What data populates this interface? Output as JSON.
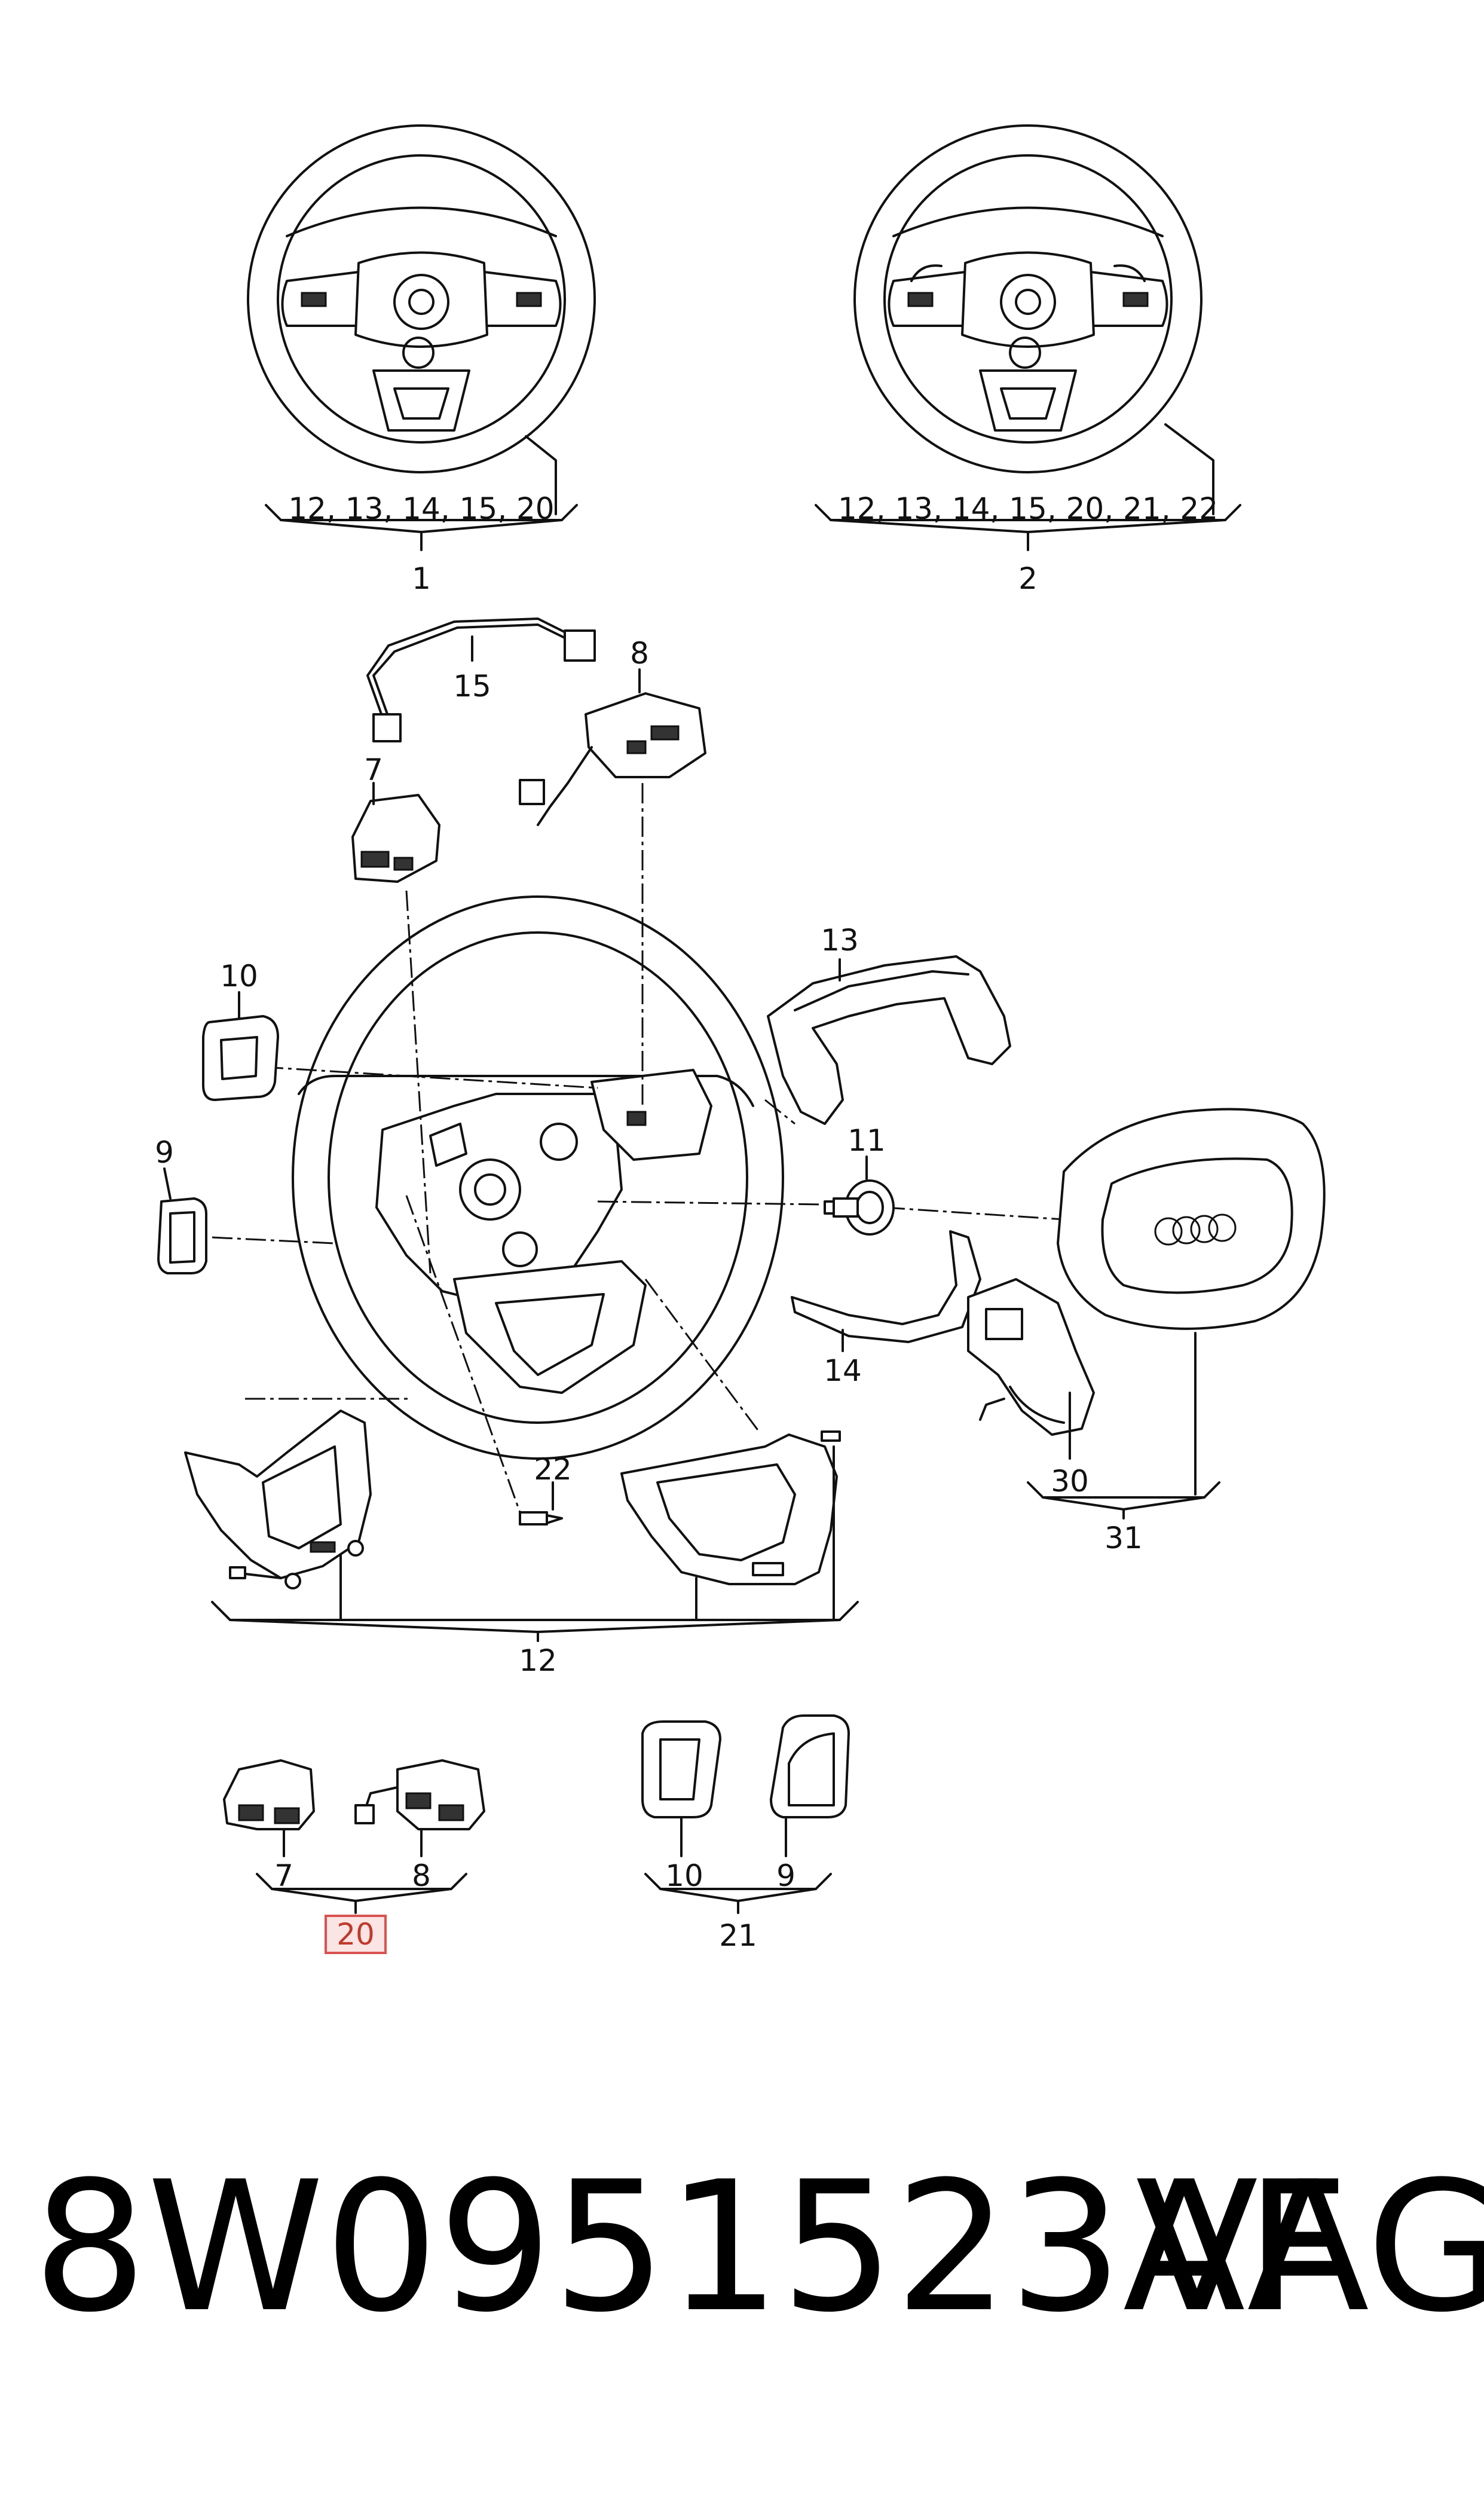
{
  "assemblies": {
    "wheel_1": {
      "components_label": "12, 13, 14, 15, 20",
      "ref": "1"
    },
    "wheel_2": {
      "components_label": "12, 13, 14, 15, 20, 21, 22",
      "ref": "2"
    }
  },
  "callouts": {
    "c15": "15",
    "c8": "8",
    "c7": "7",
    "c10": "10",
    "c9": "9",
    "c13": "13",
    "c11": "11",
    "c14": "14",
    "c22": "22",
    "c30": "30",
    "c31": "31",
    "c12": "12"
  },
  "lower_group": {
    "left": {
      "a": "7",
      "b": "8",
      "group": "20"
    },
    "right": {
      "a": "10",
      "b": "9",
      "group": "21"
    }
  },
  "footer": {
    "part_number": "8W0951523AF",
    "brand": "VAG"
  },
  "colors": {
    "line": "#111111",
    "highlight_border": "#d9534f",
    "highlight_fill": "#fbe4e4"
  }
}
